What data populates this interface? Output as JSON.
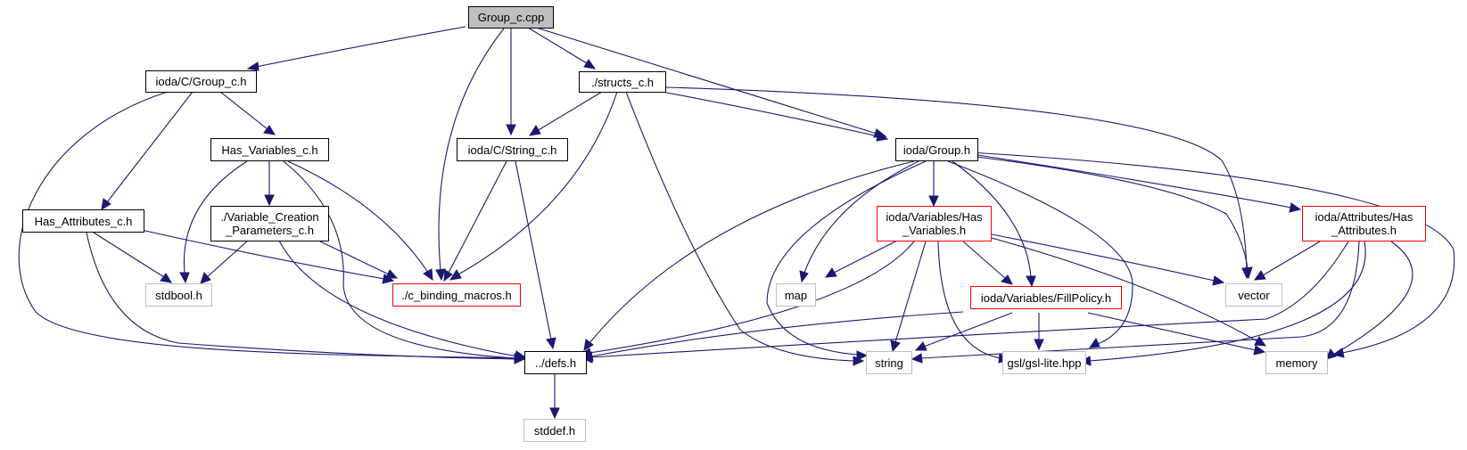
{
  "graph": {
    "nodes": {
      "group_c_cpp": {
        "label": "Group_c.cpp",
        "kind": "main"
      },
      "ioda_c_group_c_h": {
        "label": "ioda/C/Group_c.h",
        "kind": "doc"
      },
      "structs_c_h": {
        "label": "./structs_c.h",
        "kind": "doc"
      },
      "has_variables_c_h": {
        "label": "Has_Variables_c.h",
        "kind": "doc"
      },
      "ioda_c_string_c_h": {
        "label": "ioda/C/String_c.h",
        "kind": "doc"
      },
      "ioda_group_h": {
        "label": "ioda/Group.h",
        "kind": "doc"
      },
      "has_attributes_c_h": {
        "label": "Has_Attributes_c.h",
        "kind": "doc"
      },
      "variable_creation_parameters_c_h": {
        "label": "./Variable_Creation\n_Parameters_c.h",
        "kind": "doc"
      },
      "ioda_variables_has_variables_h": {
        "label": "ioda/Variables/Has\n_Variables.h",
        "kind": "red"
      },
      "ioda_attributes_has_attributes_h": {
        "label": "ioda/Attributes/Has\n_Attributes.h",
        "kind": "red"
      },
      "stdbool_h": {
        "label": "stdbool.h",
        "kind": "sys"
      },
      "c_binding_macros_h": {
        "label": "./c_binding_macros.h",
        "kind": "red"
      },
      "map": {
        "label": "map",
        "kind": "sys"
      },
      "ioda_variables_fillpolicy_h": {
        "label": "ioda/Variables/FillPolicy.h",
        "kind": "red"
      },
      "vector": {
        "label": "vector",
        "kind": "sys"
      },
      "defs_h": {
        "label": "../defs.h",
        "kind": "doc"
      },
      "string": {
        "label": "string",
        "kind": "sys"
      },
      "gsl_lite_hpp": {
        "label": "gsl/gsl-lite.hpp",
        "kind": "sys"
      },
      "memory": {
        "label": "memory",
        "kind": "sys"
      },
      "stddef_h": {
        "label": "stddef.h",
        "kind": "sys"
      }
    },
    "edges": [
      {
        "from": "group_c_cpp",
        "to": "ioda_c_group_c_h"
      },
      {
        "from": "group_c_cpp",
        "to": "structs_c_h"
      },
      {
        "from": "group_c_cpp",
        "to": "ioda_c_string_c_h"
      },
      {
        "from": "group_c_cpp",
        "to": "ioda_group_h"
      },
      {
        "from": "group_c_cpp",
        "to": "c_binding_macros_h"
      },
      {
        "from": "ioda_c_group_c_h",
        "to": "has_variables_c_h"
      },
      {
        "from": "ioda_c_group_c_h",
        "to": "has_attributes_c_h"
      },
      {
        "from": "ioda_c_group_c_h",
        "to": "defs_h"
      },
      {
        "from": "structs_c_h",
        "to": "ioda_c_string_c_h"
      },
      {
        "from": "structs_c_h",
        "to": "ioda_group_h"
      },
      {
        "from": "structs_c_h",
        "to": "c_binding_macros_h"
      },
      {
        "from": "structs_c_h",
        "to": "string"
      },
      {
        "from": "structs_c_h",
        "to": "vector"
      },
      {
        "from": "has_variables_c_h",
        "to": "variable_creation_parameters_c_h"
      },
      {
        "from": "has_variables_c_h",
        "to": "stdbool_h"
      },
      {
        "from": "has_variables_c_h",
        "to": "c_binding_macros_h"
      },
      {
        "from": "has_variables_c_h",
        "to": "defs_h"
      },
      {
        "from": "ioda_c_string_c_h",
        "to": "c_binding_macros_h"
      },
      {
        "from": "ioda_c_string_c_h",
        "to": "defs_h"
      },
      {
        "from": "has_attributes_c_h",
        "to": "stdbool_h"
      },
      {
        "from": "has_attributes_c_h",
        "to": "c_binding_macros_h"
      },
      {
        "from": "has_attributes_c_h",
        "to": "defs_h"
      },
      {
        "from": "variable_creation_parameters_c_h",
        "to": "stdbool_h"
      },
      {
        "from": "variable_creation_parameters_c_h",
        "to": "c_binding_macros_h"
      },
      {
        "from": "variable_creation_parameters_c_h",
        "to": "defs_h"
      },
      {
        "from": "ioda_group_h",
        "to": "ioda_variables_has_variables_h"
      },
      {
        "from": "ioda_group_h",
        "to": "ioda_attributes_has_attributes_h"
      },
      {
        "from": "ioda_group_h",
        "to": "defs_h"
      },
      {
        "from": "ioda_group_h",
        "to": "map"
      },
      {
        "from": "ioda_group_h",
        "to": "string"
      },
      {
        "from": "ioda_group_h",
        "to": "ioda_variables_fillpolicy_h"
      },
      {
        "from": "ioda_group_h",
        "to": "gsl_lite_hpp"
      },
      {
        "from": "ioda_group_h",
        "to": "vector"
      },
      {
        "from": "ioda_group_h",
        "to": "memory"
      },
      {
        "from": "ioda_variables_has_variables_h",
        "to": "map"
      },
      {
        "from": "ioda_variables_has_variables_h",
        "to": "defs_h"
      },
      {
        "from": "ioda_variables_has_variables_h",
        "to": "string"
      },
      {
        "from": "ioda_variables_has_variables_h",
        "to": "gsl_lite_hpp"
      },
      {
        "from": "ioda_variables_has_variables_h",
        "to": "ioda_variables_fillpolicy_h"
      },
      {
        "from": "ioda_variables_has_variables_h",
        "to": "vector"
      },
      {
        "from": "ioda_variables_has_variables_h",
        "to": "memory"
      },
      {
        "from": "ioda_variables_fillpolicy_h",
        "to": "defs_h"
      },
      {
        "from": "ioda_variables_fillpolicy_h",
        "to": "string"
      },
      {
        "from": "ioda_variables_fillpolicy_h",
        "to": "gsl_lite_hpp"
      },
      {
        "from": "ioda_variables_fillpolicy_h",
        "to": "memory"
      },
      {
        "from": "ioda_attributes_has_attributes_h",
        "to": "vector"
      },
      {
        "from": "ioda_attributes_has_attributes_h",
        "to": "defs_h"
      },
      {
        "from": "ioda_attributes_has_attributes_h",
        "to": "string"
      },
      {
        "from": "ioda_attributes_has_attributes_h",
        "to": "gsl_lite_hpp"
      },
      {
        "from": "ioda_attributes_has_attributes_h",
        "to": "memory"
      },
      {
        "from": "defs_h",
        "to": "stddef_h"
      }
    ],
    "colors": {
      "edge": "#191970",
      "main_fill": "#bfbfbf",
      "doc_border": "#000000",
      "red_border": "#ff0000",
      "sys_border": "#bfbfbf"
    }
  }
}
